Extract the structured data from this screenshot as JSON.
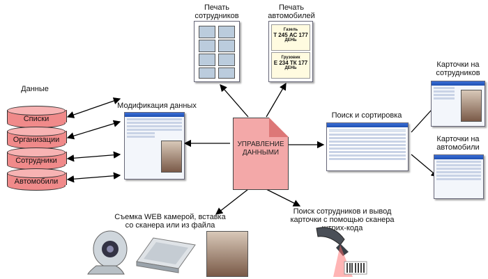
{
  "diagram": {
    "center_label": "УПРАВЛЕНИЕ ДАННЫМИ",
    "data_title": "Данные",
    "data_items": [
      "Списки",
      "Организации",
      "Сотрудники",
      "Автомобили"
    ],
    "modify_label": "Модификация данных",
    "print_employees_label": "Печать сотрудников",
    "print_cars_label": "Печать автомобилей",
    "search_sort_label": "Поиск и сортировка",
    "cards_employees_label": "Карточки на сотрудников",
    "cards_cars_label": "Карточки на автомобили",
    "webcam_label": "Съемка WEB камерой, вставка со сканера или из файла",
    "barcode_label": "Поиск сотрудников и вывод карточки с помощью сканера штрих-кода"
  },
  "car_pass": {
    "plate_1": "Т 245 АС 177",
    "type_1": "Газель",
    "plate_2": "Е 234 ТК 177",
    "type_2": "Грузовик",
    "shift": "ДЕНЬ"
  },
  "colors": {
    "cylinder_fill": "#f08a8a",
    "center_fill": "#f3a8a8",
    "arrow": "#000000"
  }
}
